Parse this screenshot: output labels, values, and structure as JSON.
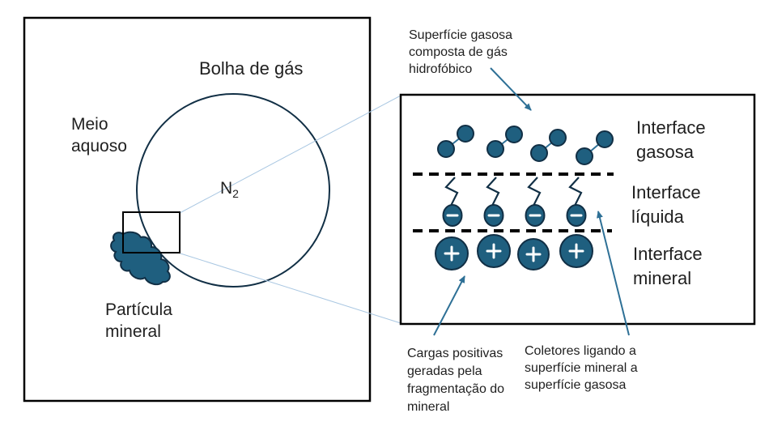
{
  "colors": {
    "teal_fill": "#1F5F7F",
    "shape_stroke": "#112F45",
    "molecule_bond": "#2E7096",
    "arrow_blue": "#2E7096",
    "connector_light_blue": "#A9C7E2",
    "line_black": "#000000",
    "text_dark": "#1F1F1F"
  },
  "left_panel": {
    "bubble_label": "Bolha de gás",
    "aqueous_lines": [
      "Meio",
      "aquoso"
    ],
    "gas_symbol": "N",
    "gas_subscript": "2",
    "particle_lines": [
      "Partícula",
      "mineral"
    ]
  },
  "detail_panel": {
    "labels": [
      {
        "lines": [
          "Interface",
          "gasosa"
        ]
      },
      {
        "lines": [
          "Interface",
          "líquida"
        ]
      },
      {
        "lines": [
          "Interface",
          "mineral"
        ]
      }
    ]
  },
  "annotations": {
    "gas_surface": [
      "Superfície gasosa",
      "composta de gás",
      "hidrofóbico"
    ],
    "positive_charges": [
      "Cargas positivas",
      "geradas pela",
      "fragmentação do",
      "mineral"
    ],
    "collectors": [
      "Coletores ligando a",
      "superfície mineral a",
      "superfície gasosa"
    ]
  },
  "ion_glyphs": {
    "negative": "-",
    "positive": "+"
  }
}
